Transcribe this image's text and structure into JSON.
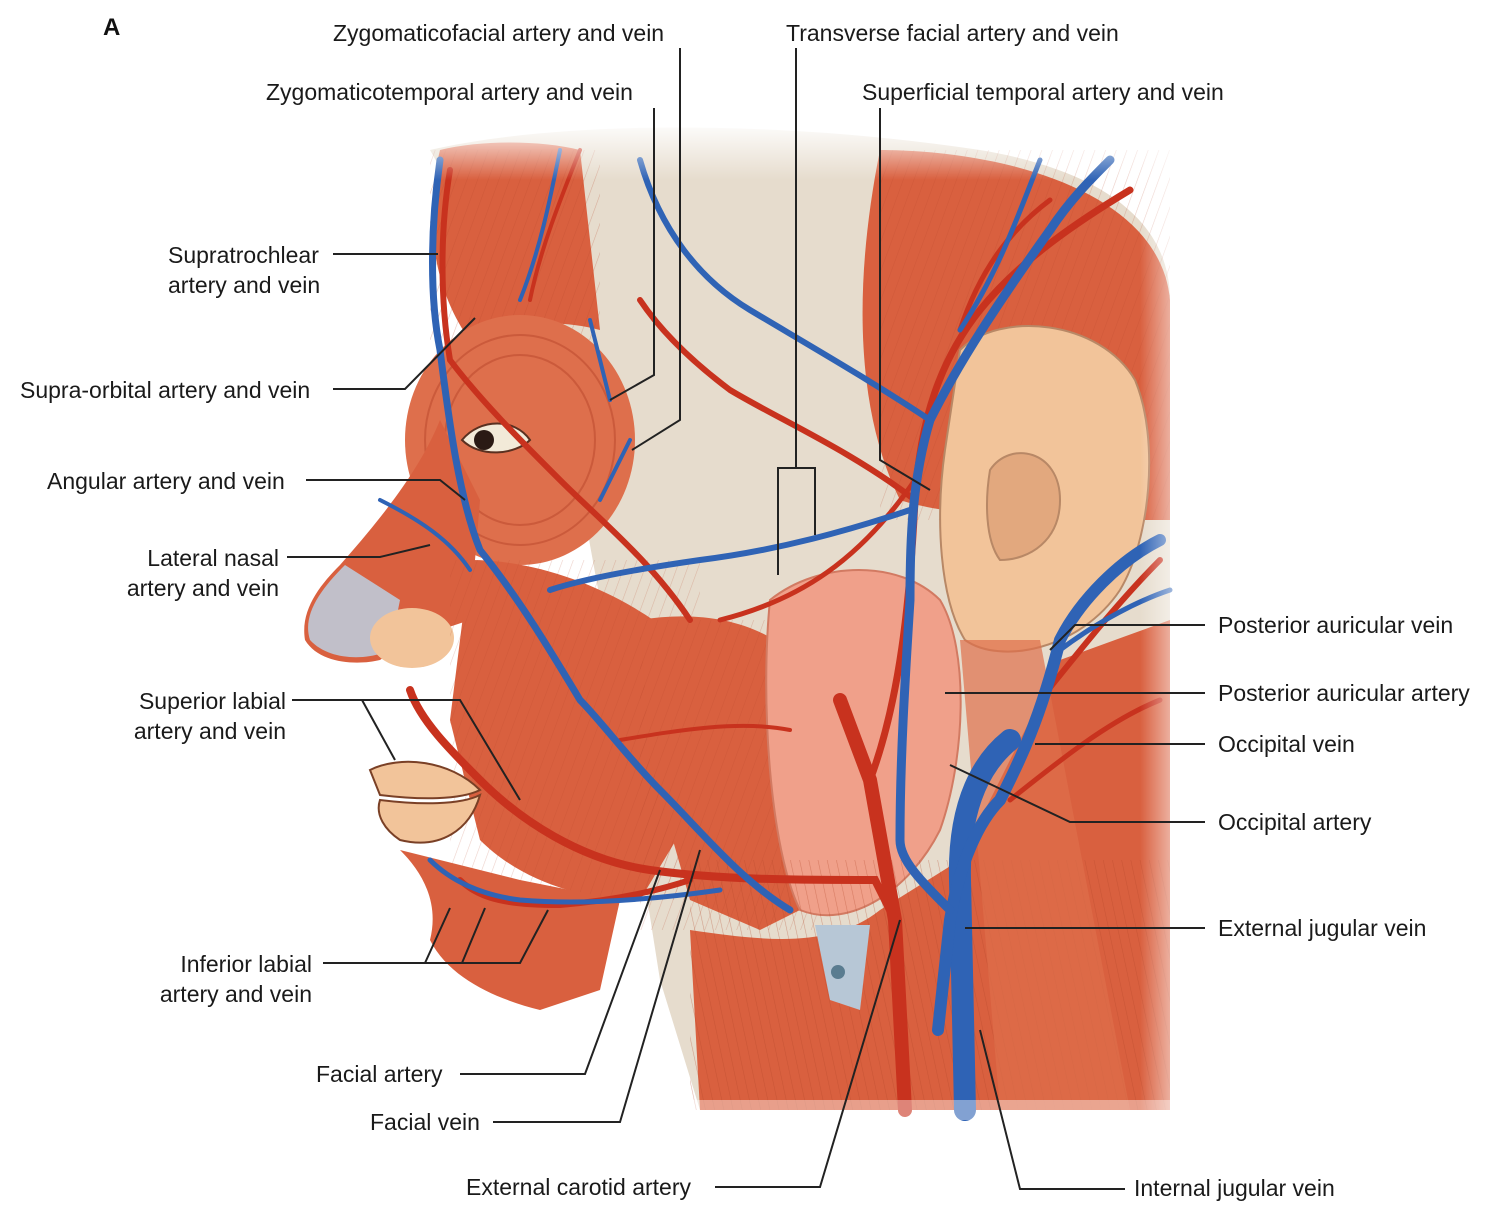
{
  "figure": {
    "panel_letter": "A",
    "labels": {
      "zygomaticofacial": "Zygomaticofacial artery and vein",
      "transverse_facial": "Transverse facial artery and vein",
      "zygomaticotemporal": "Zygomaticotemporal artery and vein",
      "superficial_temporal": "Superficial temporal artery and vein",
      "supratrochlear_1": "Supratrochlear",
      "supratrochlear_2": "artery and vein",
      "supraorbital": "Supra-orbital artery and vein",
      "angular": "Angular artery and vein",
      "lateral_nasal_1": "Lateral nasal",
      "lateral_nasal_2": "artery and vein",
      "superior_labial_1": "Superior labial",
      "superior_labial_2": "artery and vein",
      "inferior_labial_1": "Inferior labial",
      "inferior_labial_2": "artery and vein",
      "facial_artery": "Facial artery",
      "facial_vein": "Facial vein",
      "external_carotid": "External carotid artery",
      "posterior_auricular_vein": "Posterior auricular vein",
      "posterior_auricular_artery": "Posterior auricular artery",
      "occipital_vein": "Occipital vein",
      "occipital_artery": "Occipital artery",
      "external_jugular": "External jugular vein",
      "internal_jugular": "Internal jugular vein"
    }
  },
  "colors": {
    "artery": "#c8321e",
    "vein": "#2f63b5",
    "muscle": "#d9603f",
    "muscle_light": "#ea8a66",
    "skin": "#f2c49a",
    "gland": "#f0a08a",
    "bone": "#e6dccd",
    "leader": "#222222"
  }
}
